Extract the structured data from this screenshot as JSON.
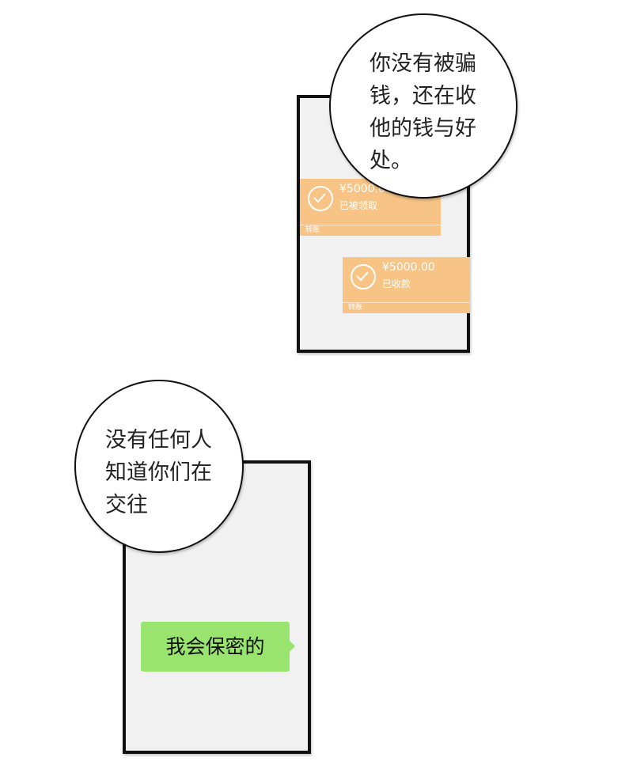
{
  "panel1": {
    "speech": [
      "你没有被骗",
      "钱，还在收",
      "他的钱与好",
      "处。"
    ],
    "cards": [
      {
        "amount": "¥5000.00",
        "status": "已被领取",
        "footer": "转账"
      },
      {
        "amount": "¥5000.00",
        "status": "已收款",
        "footer": "转账"
      }
    ]
  },
  "panel2": {
    "speech": [
      "没有任何人",
      "知道你们在",
      "交往"
    ],
    "message": "我会保密的"
  },
  "colors": {
    "transfer": "#f7c486",
    "message": "#98e46f"
  }
}
